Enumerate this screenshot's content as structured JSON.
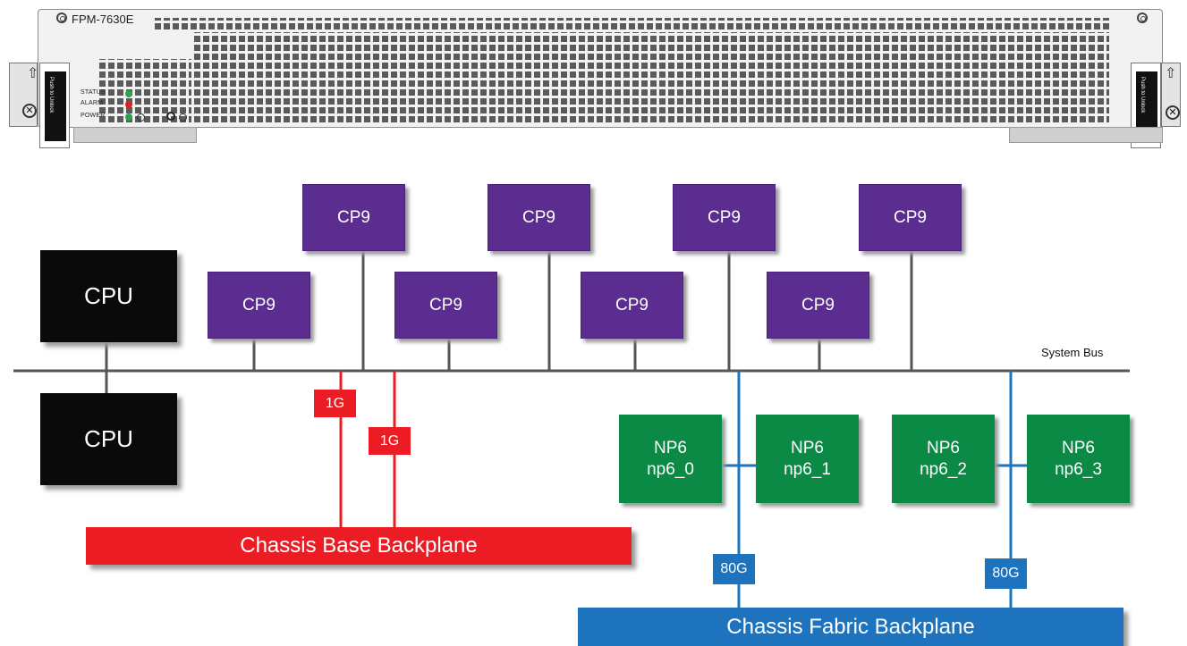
{
  "faceplate": {
    "model": "FPM-7630E",
    "leds": [
      {
        "label": "STATUS",
        "color": "#2ca24a"
      },
      {
        "label": "ALARM",
        "color": "#e02020"
      },
      {
        "label": "POWER",
        "color": "#2ca24a"
      }
    ],
    "handle_text": "Push to Unlock"
  },
  "diagram": {
    "system_bus_label": "System Bus",
    "cpus": [
      "CPU",
      "CPU"
    ],
    "cp9_top": [
      "CP9",
      "CP9",
      "CP9",
      "CP9"
    ],
    "cp9_bottom": [
      "CP9",
      "CP9",
      "CP9",
      "CP9"
    ],
    "np6": [
      {
        "name": "NP6",
        "id": "np6_0"
      },
      {
        "name": "NP6",
        "id": "np6_1"
      },
      {
        "name": "NP6",
        "id": "np6_2"
      },
      {
        "name": "NP6",
        "id": "np6_3"
      }
    ],
    "base_links": [
      "1G",
      "1G"
    ],
    "fabric_links": [
      "80G",
      "80G"
    ],
    "base_backplane": "Chassis Base Backplane",
    "fabric_backplane": "Chassis Fabric Backplane"
  },
  "colors": {
    "cp9": "#5c2d91",
    "cpu": "#0a0a0a",
    "np6": "#0b8a45",
    "base": "#ec1c24",
    "fabric": "#1d73bd",
    "bus": "#555555"
  }
}
